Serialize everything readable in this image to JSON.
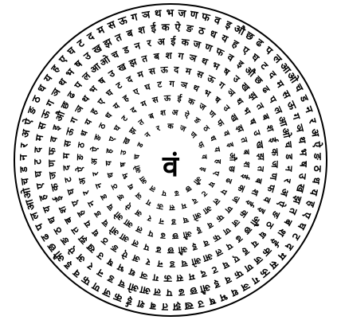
{
  "figure": {
    "type": "circular-syllable-mandala",
    "ink_color": "#000000",
    "paper_color": "#ffffff",
    "ring_count": 9,
    "center_glyph": "वं",
    "ring_glyphs": "कखगघङचछजझञटठडढणतथदधनपफबभमयरलवशषसहअआइईउऊएऐओऔ",
    "ring_style": "hand-lettered"
  }
}
